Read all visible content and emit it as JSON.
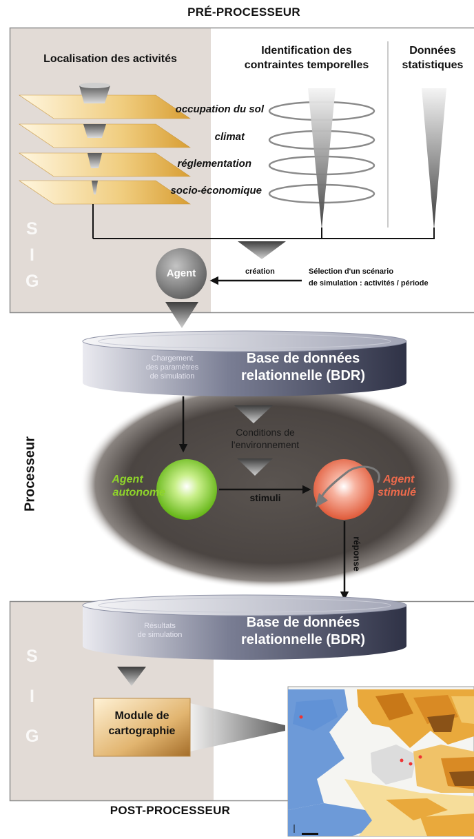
{
  "header": {
    "pre": "PRÉ-PROCESSEUR",
    "post": "POST-PROCESSEUR",
    "processor": "Processeur"
  },
  "columns": {
    "localisation": "Localisation des activités",
    "identification_l1": "Identification des",
    "identification_l2": "contraintes temporelles",
    "donnees_l1": "Données",
    "donnees_l2": "statistiques"
  },
  "layers": [
    "occupation du sol",
    "climat",
    "réglementation",
    "socio-économique"
  ],
  "sig": {
    "letters": [
      "S",
      "I",
      "G"
    ]
  },
  "agent": {
    "label": "Agent",
    "creation": "création",
    "selection_l1": "Sélection d'un scénario",
    "selection_l2": "de simulation : activités / période"
  },
  "db1": {
    "sub_l1": "Chargement",
    "sub_l2": "des paramètres",
    "sub_l3": "de simulation",
    "title_l1": "Base de données",
    "title_l2": "relationnelle (BDR)"
  },
  "processor": {
    "conditions_l1": "Conditions de",
    "conditions_l2": "l'environnement",
    "autonome_l1": "Agent",
    "autonome_l2": "autonome",
    "stimuli": "stimuli",
    "stimule_l1": "Agent",
    "stimule_l2": "stimulé",
    "reponse": "réponse"
  },
  "db2": {
    "sub_l1": "Résultats",
    "sub_l2": "de simulation",
    "title_l1": "Base de données",
    "title_l2": "relationnelle (BDR)"
  },
  "module": {
    "l1": "Module de",
    "l2": "cartographie"
  },
  "colors": {
    "panel_left": "#e2dbd6",
    "panel_border": "#8c8c8c",
    "layer_gold": "#e3b04e",
    "agent_green": "#8fd42b",
    "agent_red": "#ec6a4c",
    "db_dark": "#3f4359",
    "ellipse_dark": "#4a4441",
    "map_sea": "#6d9ad8",
    "map_land_orange": "#d98a24"
  }
}
